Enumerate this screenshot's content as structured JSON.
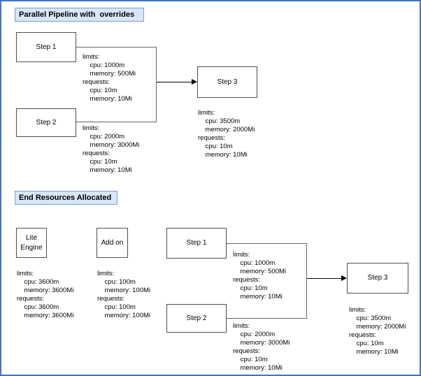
{
  "colors": {
    "page_border": "#4472c4",
    "title_fill": "#d7e6f9",
    "title_border": "#7f9cc6",
    "node_border": "#4d4d4d",
    "connector_line": "#666666",
    "arrow": "#000000"
  },
  "top_section": {
    "title": "Parallel Pipeline with  overrides",
    "nodes": {
      "step1": "Step 1",
      "step2": "Step 2",
      "step3": "Step 3"
    },
    "annotations": {
      "step1": "limits:\n    cpu: 1000m\n    memory: 500Mi\nrequests:\n    cpu: 10m\n    memory: 10Mi",
      "step2": "limits:\n    cpu: 2000m\n    memory: 3000Mi\nrequests:\n    cpu: 10m\n    memory: 10Mi",
      "step3": "limits:\n    cpu: 3500m\n    memory: 2000Mi\nrequests:\n    cpu: 10m\n    memory: 10Mi"
    }
  },
  "bottom_section": {
    "title": "End Resources Allocated",
    "nodes": {
      "lite_engine": "Lite\nEngine",
      "add_on": "Add on",
      "step1": "Step 1",
      "step2": "Step 2",
      "step3": "Step 3"
    },
    "annotations": {
      "lite_engine": "limits:\n    cpu: 3600m\n    memory: 3600Mi\nrequests:\n    cpu: 3600m\n    memory: 3600Mi",
      "add_on": "limits:\n    cpu: 100m\n    memory: 100Mi\nrequests:\n    cpu: 100m\n    memory: 100Mi",
      "step1": "limits:\n    cpu: 1000m\n    memory: 500Mi\nrequests:\n    cpu: 10m\n    memory: 10Mi",
      "step2": "limits:\n    cpu: 2000m\n    memory: 3000Mi\nrequests:\n    cpu: 10m\n    memory: 10Mi",
      "step3": "limits:\n    cpu: 3500m\n    memory: 2000Mi\nrequests:\n    cpu: 10m\n    memory: 10Mi"
    }
  }
}
